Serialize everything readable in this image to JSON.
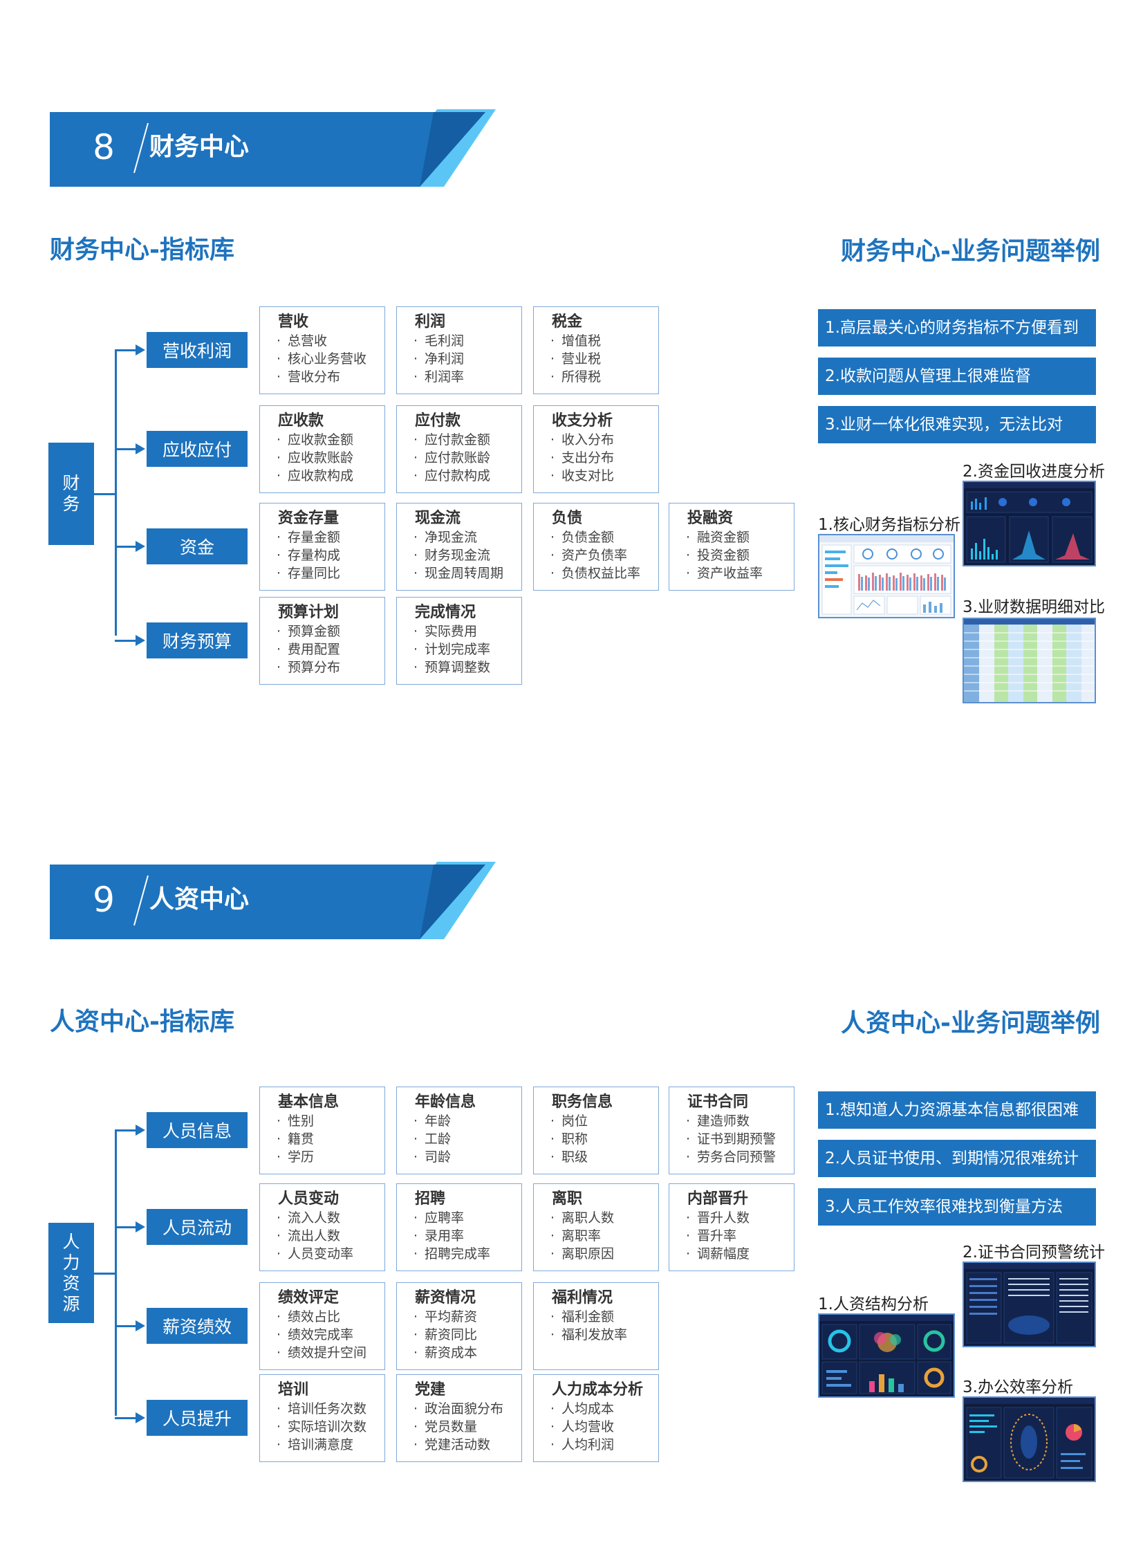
{
  "finance": {
    "number": "8",
    "title": "财务中心",
    "lib_title": "财务中心-指标库",
    "case_title": "财务中心-业务问题举例",
    "root": "财务",
    "categories": [
      {
        "label": "营收利润",
        "cards": [
          {
            "title": "营收",
            "items": [
              "总营收",
              "核心业务营收",
              "营收分布"
            ]
          },
          {
            "title": "利润",
            "items": [
              "毛利润",
              "净利润",
              "利润率"
            ]
          },
          {
            "title": "税金",
            "items": [
              "增值税",
              "营业税",
              "所得税"
            ]
          }
        ]
      },
      {
        "label": "应收应付",
        "cards": [
          {
            "title": "应收款",
            "items": [
              "应收款金额",
              "应收款账龄",
              "应收款构成"
            ]
          },
          {
            "title": "应付款",
            "items": [
              "应付款金额",
              "应付款账龄",
              "应付款构成"
            ]
          },
          {
            "title": "收支分析",
            "items": [
              "收入分布",
              "支出分布",
              "收支对比"
            ]
          }
        ]
      },
      {
        "label": "资金",
        "cards": [
          {
            "title": "资金存量",
            "items": [
              "存量金额",
              "存量构成",
              "存量同比"
            ]
          },
          {
            "title": "现金流",
            "items": [
              "净现金流",
              "财务现金流",
              "现金周转周期"
            ]
          },
          {
            "title": "负债",
            "items": [
              "负债金额",
              "资产负债率",
              "负债权益比率"
            ]
          },
          {
            "title": "投融资",
            "items": [
              "融资金额",
              "投资金额",
              "资产收益率"
            ]
          }
        ]
      },
      {
        "label": "财务预算",
        "cards": [
          {
            "title": "预算计划",
            "items": [
              "预算金额",
              "费用配置",
              "预算分布"
            ]
          },
          {
            "title": "完成情况",
            "items": [
              "实际费用",
              "计划完成率",
              "预算调整数"
            ]
          }
        ]
      }
    ],
    "problems": [
      "1.高层最关心的财务指标不方便看到",
      "2.收款问题从管理上很难监督",
      "3.业财一体化很难实现，无法比对"
    ],
    "screens": [
      "1.核心财务指标分析",
      "2.资金回收进度分析",
      "3.业财数据明细对比"
    ]
  },
  "hr": {
    "number": "9",
    "title": "人资中心",
    "lib_title": "人资中心-指标库",
    "case_title": "人资中心-业务问题举例",
    "root": "人力资源",
    "categories": [
      {
        "label": "人员信息",
        "cards": [
          {
            "title": "基本信息",
            "items": [
              "性别",
              "籍贯",
              "学历"
            ]
          },
          {
            "title": "年龄信息",
            "items": [
              "年龄",
              "工龄",
              "司龄"
            ]
          },
          {
            "title": "职务信息",
            "items": [
              "岗位",
              "职称",
              "职级"
            ]
          },
          {
            "title": "证书合同",
            "items": [
              "建造师数",
              "证书到期预警",
              "劳务合同预警"
            ]
          }
        ]
      },
      {
        "label": "人员流动",
        "cards": [
          {
            "title": "人员变动",
            "items": [
              "流入人数",
              "流出人数",
              "人员变动率"
            ]
          },
          {
            "title": "招聘",
            "items": [
              "应聘率",
              "录用率",
              "招聘完成率"
            ]
          },
          {
            "title": "离职",
            "items": [
              "离职人数",
              "离职率",
              "离职原因"
            ]
          },
          {
            "title": "内部晋升",
            "items": [
              "晋升人数",
              "晋升率",
              "调薪幅度"
            ]
          }
        ]
      },
      {
        "label": "薪资绩效",
        "cards": [
          {
            "title": "绩效评定",
            "items": [
              "绩效占比",
              "绩效完成率",
              "绩效提升空间"
            ]
          },
          {
            "title": "薪资情况",
            "items": [
              "平均薪资",
              "薪资同比",
              "薪资成本"
            ]
          },
          {
            "title": "福利情况",
            "items": [
              "福利金额",
              "福利发放率"
            ]
          }
        ]
      },
      {
        "label": "人员提升",
        "cards": [
          {
            "title": "培训",
            "items": [
              "培训任务次数",
              "实际培训次数",
              "培训满意度"
            ]
          },
          {
            "title": "党建",
            "items": [
              "政治面貌分布",
              "党员数量",
              "党建活动数"
            ]
          },
          {
            "title": "人力成本分析",
            "items": [
              "人均成本",
              "人均营收",
              "人均利润"
            ]
          }
        ]
      }
    ],
    "problems": [
      "1.想知道人力资源基本信息都很困难",
      "2.人员证书使用、到期情况很难统计",
      "3.人员工作效率很难找到衡量方法"
    ],
    "screens": [
      "1.人资结构分析",
      "2.证书合同预警统计",
      "3.办公效率分析"
    ]
  }
}
